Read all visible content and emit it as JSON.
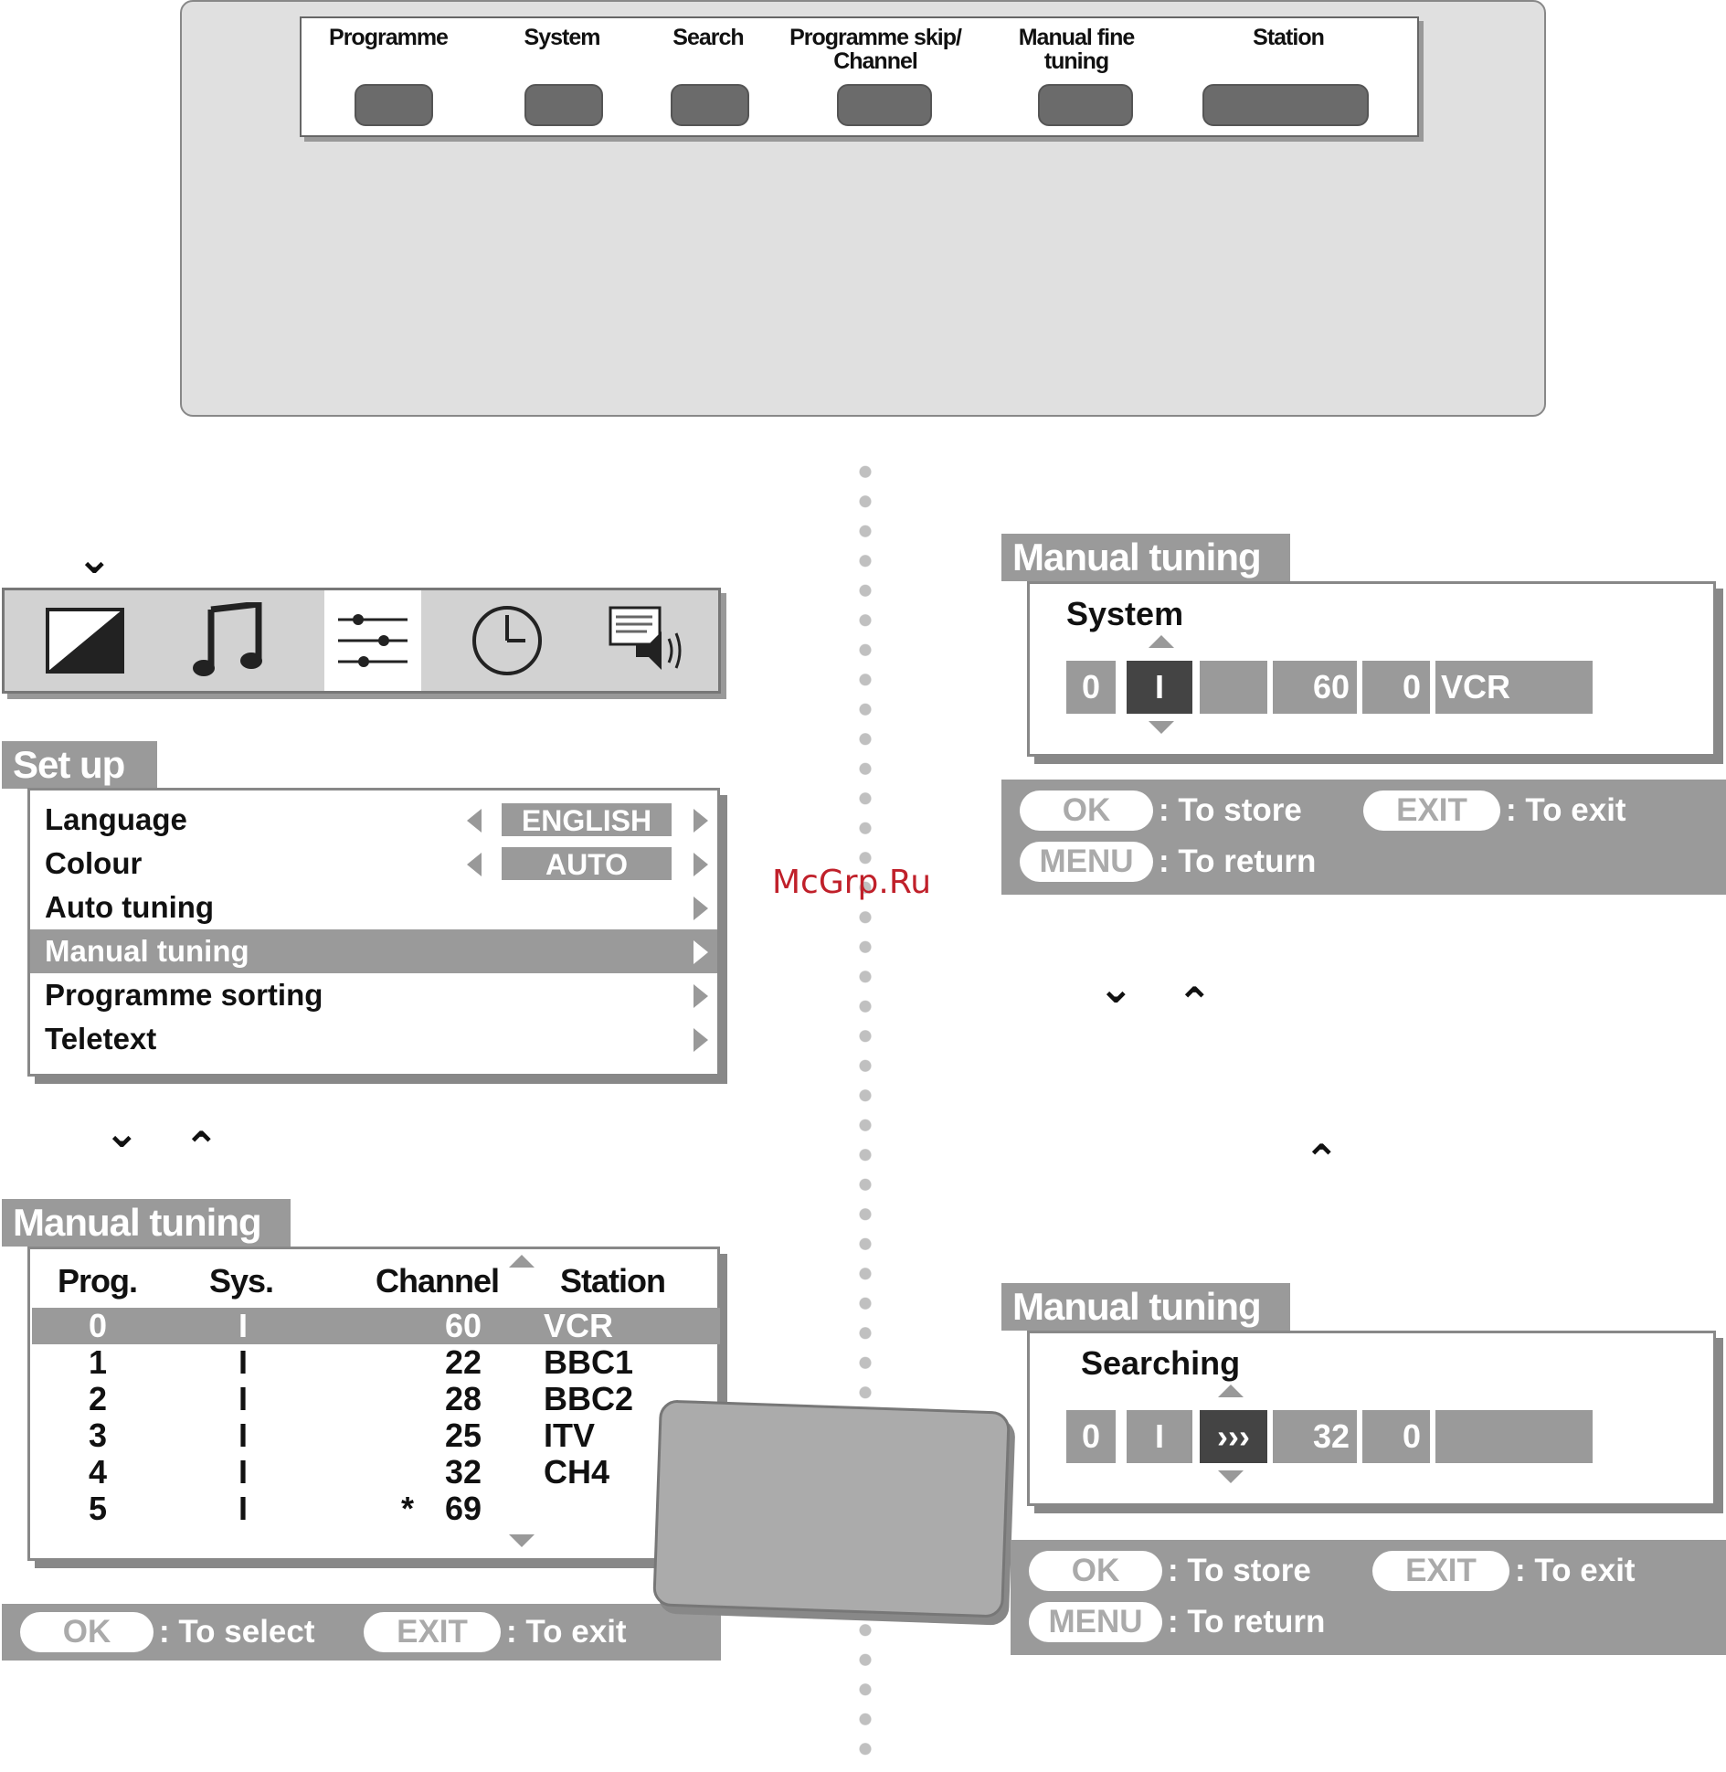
{
  "remote": {
    "buttons": [
      {
        "label": "Programme"
      },
      {
        "label": "System"
      },
      {
        "label": "Search"
      },
      {
        "label": "Programme skip/\nChannel"
      },
      {
        "label": "Manual fine\ntuning"
      },
      {
        "label": "Station"
      }
    ]
  },
  "icons": [
    "picture-icon",
    "music-note-icon",
    "setup-sliders-icon",
    "clock-icon",
    "teletext-speaker-icon"
  ],
  "setup_menu": {
    "title": "Set up",
    "items": [
      {
        "label": "Language",
        "value": "ENGLISH"
      },
      {
        "label": "Colour",
        "value": "AUTO"
      },
      {
        "label": "Auto tuning"
      },
      {
        "label": "Manual tuning",
        "selected": true
      },
      {
        "label": "Programme sorting"
      },
      {
        "label": "Teletext"
      }
    ]
  },
  "manual_tuning_list": {
    "title": "Manual tuning",
    "headers": {
      "prog": "Prog.",
      "sys": "Sys.",
      "channel": "Channel",
      "station": "Station"
    },
    "rows": [
      {
        "prog": "0",
        "sys": "I",
        "mark": "",
        "channel": "60",
        "station": "VCR",
        "selected": true
      },
      {
        "prog": "1",
        "sys": "I",
        "mark": "",
        "channel": "22",
        "station": "BBC1"
      },
      {
        "prog": "2",
        "sys": "I",
        "mark": "",
        "channel": "28",
        "station": "BBC2"
      },
      {
        "prog": "3",
        "sys": "I",
        "mark": "",
        "channel": "25",
        "station": "ITV"
      },
      {
        "prog": "4",
        "sys": "I",
        "mark": "",
        "channel": "32",
        "station": "CH4"
      },
      {
        "prog": "5",
        "sys": "I",
        "mark": "*",
        "channel": "69",
        "station": ""
      }
    ],
    "footer": {
      "ok": "OK",
      "ok_text": ": To select",
      "exit": "EXIT",
      "exit_text": ": To exit"
    }
  },
  "manual_tuning_system": {
    "title": "Manual tuning",
    "label": "System",
    "cells": [
      "0",
      "I",
      "",
      "60",
      "0",
      "VCR"
    ],
    "footer": {
      "ok": "OK",
      "ok_text": ": To store",
      "exit": "EXIT",
      "exit_text": ": To exit",
      "menu": "MENU",
      "menu_text": ": To return"
    }
  },
  "manual_tuning_search": {
    "title": "Manual tuning",
    "label": "Searching",
    "cells": [
      "0",
      "I",
      "›››",
      "32",
      "0",
      ""
    ],
    "footer": {
      "ok": "OK",
      "ok_text": ": To store",
      "exit": "EXIT",
      "exit_text": ": To exit",
      "menu": "MENU",
      "menu_text": ": To return"
    }
  },
  "watermark": "McGrp.Ru",
  "colors": {
    "menu_grey": "#9a9a9a",
    "highlight_dark": "#444444",
    "watermark": "#c0202a"
  }
}
